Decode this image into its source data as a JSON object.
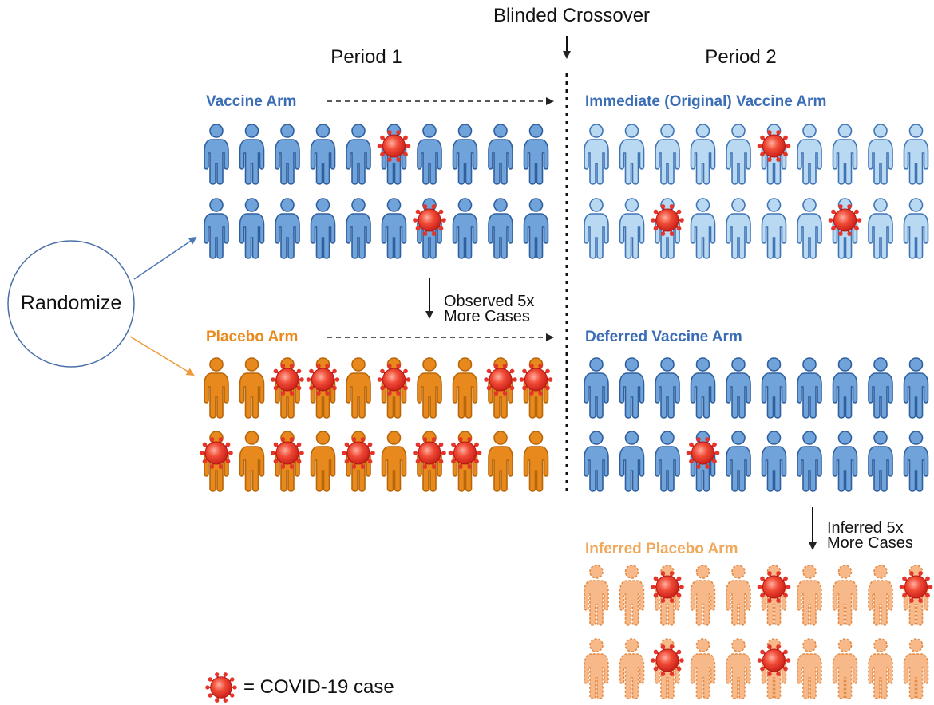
{
  "header": {
    "crossover": "Blinded Crossover",
    "period1": "Period 1",
    "period2": "Period 2"
  },
  "randomize_label": "Randomize",
  "arms": {
    "vaccine": {
      "label": "Vaccine Arm",
      "color": "#3a6db6",
      "fill": "#6fa3d9",
      "stroke": "#2f5f9e",
      "dashed": false,
      "rows": [
        [
          0,
          0,
          0,
          0,
          0,
          1,
          0,
          0,
          0,
          0
        ],
        [
          0,
          0,
          0,
          0,
          0,
          0,
          1,
          0,
          0,
          0
        ]
      ]
    },
    "placebo": {
      "label": "Placebo Arm",
      "color": "#e88a1e",
      "fill": "#e7891c",
      "stroke": "#b8660a",
      "dashed": false,
      "rows": [
        [
          0,
          0,
          1,
          1,
          0,
          1,
          0,
          0,
          1,
          1
        ],
        [
          1,
          0,
          1,
          0,
          1,
          0,
          1,
          1,
          0,
          0
        ]
      ]
    },
    "immediate": {
      "label": "Immediate (Original) Vaccine Arm",
      "color": "#3a6db6",
      "fill": "#b9d8f2",
      "stroke": "#3f74b5",
      "dashed": false,
      "rows": [
        [
          0,
          0,
          0,
          0,
          0,
          1,
          0,
          0,
          0,
          0
        ],
        [
          0,
          0,
          1,
          0,
          0,
          0,
          0,
          1,
          0,
          0
        ]
      ]
    },
    "deferred": {
      "label": "Deferred Vaccine Arm",
      "color": "#3a6db6",
      "fill": "#6fa3d9",
      "stroke": "#2f5f9e",
      "dashed": false,
      "rows": [
        [
          0,
          0,
          0,
          0,
          0,
          0,
          0,
          0,
          0,
          0
        ],
        [
          0,
          0,
          0,
          1,
          0,
          0,
          0,
          0,
          0,
          0
        ]
      ]
    },
    "inferred": {
      "label": "Inferred Placebo Arm",
      "color": "#f0a85a",
      "fill": "#f7b98a",
      "stroke": "#e38a45",
      "dashed": true,
      "rows": [
        [
          0,
          0,
          1,
          0,
          0,
          1,
          0,
          0,
          0,
          1
        ],
        [
          0,
          0,
          1,
          0,
          0,
          1,
          0,
          0,
          0,
          0
        ]
      ]
    }
  },
  "observed_note": [
    "Observed 5x",
    "More Cases"
  ],
  "inferred_note": [
    "Inferred 5x",
    "More Cases"
  ],
  "legend": {
    "text": "= COVID-19 case"
  },
  "colors": {
    "randomize_to_vaccine": "#4a78b8",
    "randomize_to_placebo": "#ef9a3a",
    "virus": "#e5342a"
  }
}
